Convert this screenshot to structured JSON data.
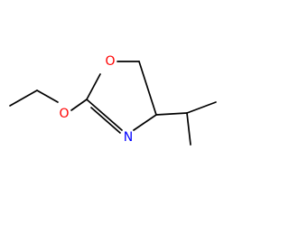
{
  "molecule": {
    "atoms": {
      "ring_oxygen": {
        "symbol": "O",
        "color": "#ff0000"
      },
      "ring_nitrogen": {
        "symbol": "N",
        "color": "#0000ff"
      },
      "ethoxy_oxygen": {
        "symbol": "O",
        "color": "#ff0000"
      }
    },
    "bond_color": "#000000",
    "background_color": "#ffffff"
  }
}
